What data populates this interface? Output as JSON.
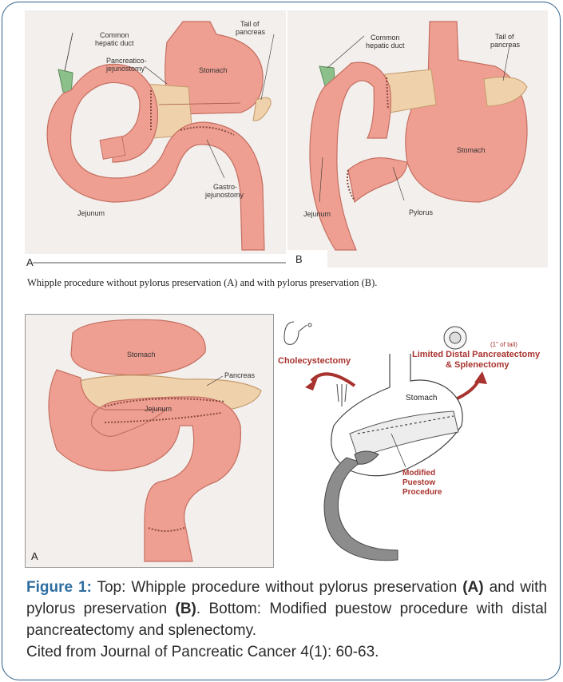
{
  "top_figure": {
    "panel_a": {
      "letter": "A",
      "labels": {
        "common_hepatic_duct": [
          "Common",
          "hepatic duct"
        ],
        "tail_of_pancreas": [
          "Tail of",
          "pancreas"
        ],
        "pancreaticojejunostomy": [
          "Pancreatico-",
          "jejunostomy"
        ],
        "stomach": "Stomach",
        "jejunum": "Jejunum",
        "gastrojejunostomy": [
          "Gastro-",
          "jejunostomy"
        ]
      }
    },
    "panel_b": {
      "letter": "B",
      "labels": {
        "common_hepatic_duct": [
          "Common",
          "hepatic duct"
        ],
        "tail_of_pancreas": [
          "Tail of",
          "pancreas"
        ],
        "stomach": "Stomach",
        "jejunum": "Jejunum",
        "pylorus": "Pylorus"
      }
    },
    "caption": "Whipple procedure without pylorus preservation (A) and with pylorus preservation (B)."
  },
  "bottom_figure": {
    "panel_a": {
      "letter": "A",
      "labels": {
        "stomach": "Stomach",
        "pancreas": "Pancreas",
        "jejunum": "Jejunum"
      }
    },
    "panel_b": {
      "labels": {
        "cholecystectomy": "Cholecystectomy",
        "one_inch_of_tail": "(1\" of tail)",
        "limited_distal": [
          "Limited Distal Pancreatectomy",
          "& Splenectomy"
        ],
        "stomach": "Stomach",
        "modified_puestow": [
          "Modified",
          "Puestow",
          "Procedure"
        ]
      }
    }
  },
  "figure_caption": {
    "label": "Figure 1:",
    "part1": " Top: Whipple procedure without pylorus preservation ",
    "bold_a": "(A)",
    "part2": " and with pylorus preservation ",
    "bold_b": "(B)",
    "part3": ". Bottom: Modified puestow procedure with distal pancreatectomy and splenectomy.",
    "citation": "Cited from Journal of Pancreatic Cancer 4(1): 60-63."
  },
  "colors": {
    "border": "#2f5f8a",
    "caption_label": "#2e6da0",
    "bowel": "#ef9f91",
    "pancreas": "#efd1ab",
    "duct": "#8cc08a",
    "arrow_red": "#a8322d"
  }
}
